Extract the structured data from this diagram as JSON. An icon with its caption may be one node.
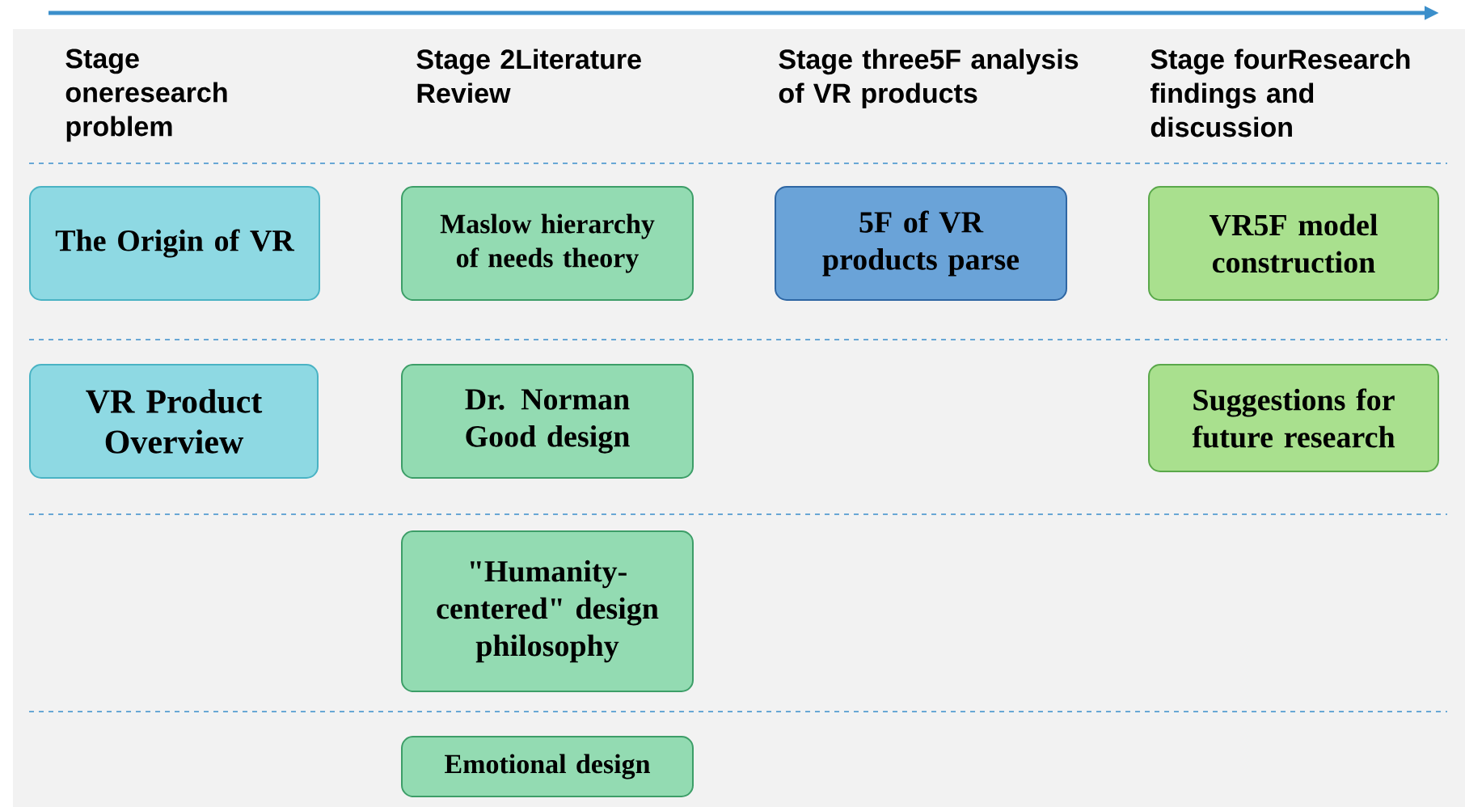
{
  "diagram": {
    "nodes": [
      {
        "text": [
          "The Origin of VR"
        ]
      },
      {
        "text": [
          "Maslow hierarchy of needs theory"
        ]
      },
      {
        "text": [
          "5F of VR products parse"
        ]
      },
      {
        "text": [
          "VR5F model construction"
        ]
      },
      {
        "text": [
          "VR Product Overview"
        ]
      },
      {
        "text": [
          "Dr. Norman Good design"
        ]
      },
      {
        "text": [
          "Suggestions for future research"
        ]
      },
      {
        "text": [
          "\"Humanity-centered\" design philosophy"
        ]
      },
      {
        "text": [
          "Emotional design"
        ]
      }
    ],
    "labels": [
      "Stage oneresearch problem",
      "Stage 2Literature Review",
      "Stage three5F analysis of VR products",
      "Stage fourResearch findings and discussion"
    ]
  }
}
